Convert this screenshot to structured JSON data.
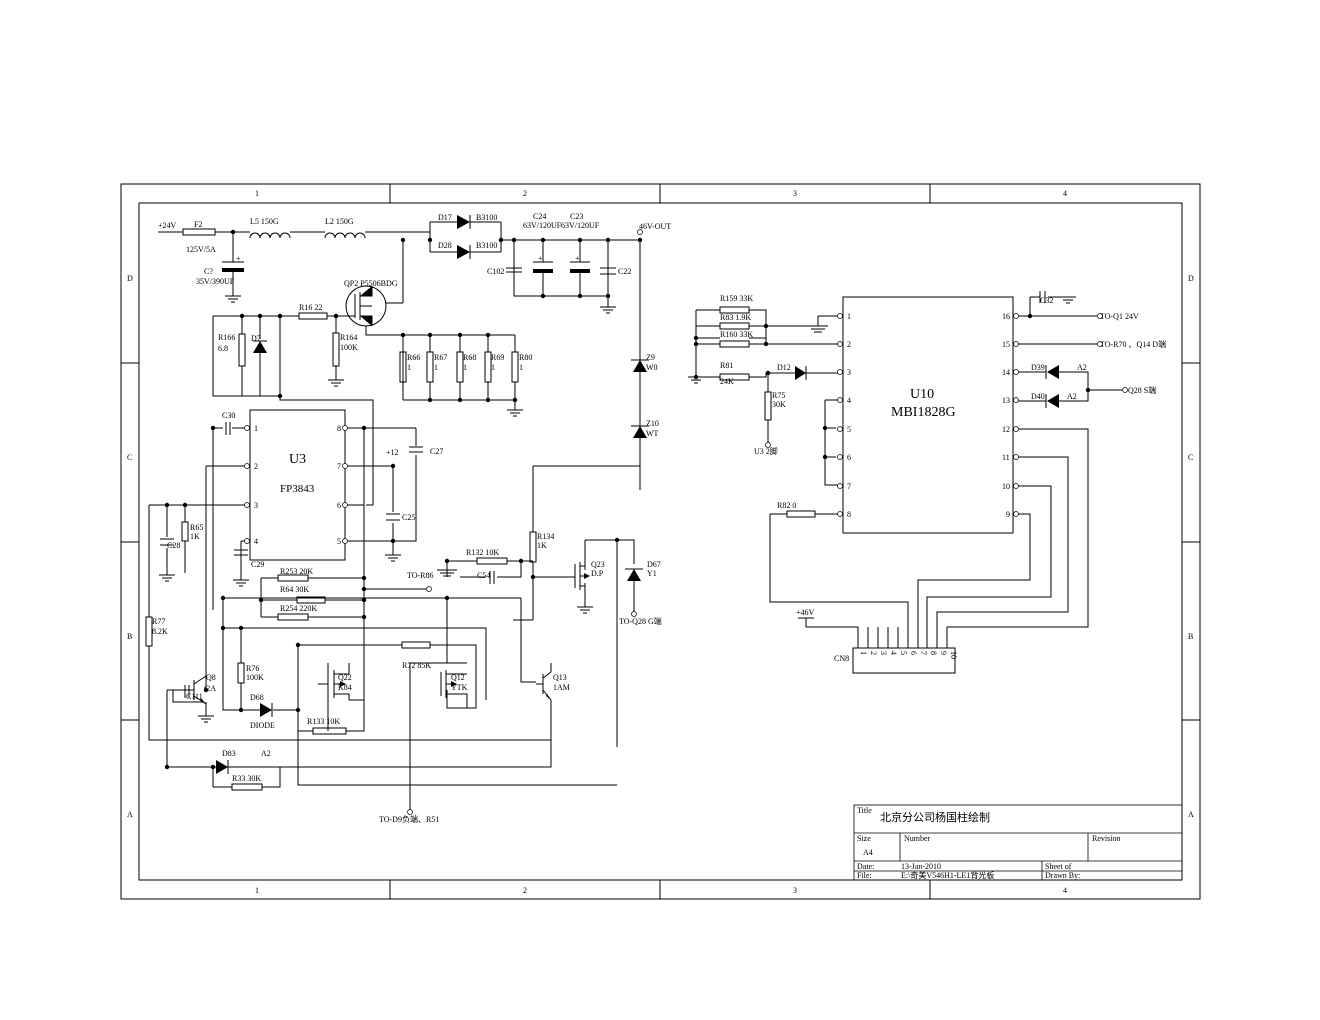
{
  "border": {
    "columns": [
      "1",
      "2",
      "3",
      "4"
    ],
    "rows": [
      "D",
      "C",
      "B",
      "A"
    ]
  },
  "title_block": {
    "title_label": "Title",
    "title": "北京分公司杨国柱绘制",
    "size_label": "Size",
    "size": "A4",
    "number_label": "Number",
    "revision_label": "Revision",
    "date_label": "Date:",
    "date": "13-Jan-2010",
    "sheet_label": "Sheet    of",
    "file_label": "File:",
    "file": "E:\\奇美V546H1-LE1背光板",
    "drawn_label": "Drawn By:"
  },
  "ics": {
    "u3": {
      "ref": "U3",
      "part": "FP3843",
      "pins_left": [
        "1",
        "2",
        "3",
        "4"
      ],
      "pins_right": [
        "8",
        "7",
        "6",
        "5"
      ]
    },
    "u10": {
      "ref": "U10",
      "part": "MBI1828G",
      "pins_left": [
        "1",
        "2",
        "3",
        "4",
        "5",
        "6",
        "7",
        "8"
      ],
      "pins_right": [
        "16",
        "15",
        "14",
        "13",
        "12",
        "11",
        "10",
        "9"
      ]
    }
  },
  "labels": [
    {
      "id": "v24",
      "text": "+24V"
    },
    {
      "id": "f2",
      "text": "F2"
    },
    {
      "id": "f2v",
      "text": "125V/5A"
    },
    {
      "id": "l5",
      "text": "L5    150G"
    },
    {
      "id": "l2",
      "text": "L2    150G"
    },
    {
      "id": "c7",
      "text": "C?"
    },
    {
      "id": "c7v",
      "text": "35V/390UF"
    },
    {
      "id": "d17",
      "text": "D17"
    },
    {
      "id": "d17v",
      "text": "B3100"
    },
    {
      "id": "d28",
      "text": "D28"
    },
    {
      "id": "d28v",
      "text": "B3100"
    },
    {
      "id": "c24",
      "text": "C24"
    },
    {
      "id": "c24v",
      "text": "63V/120UF"
    },
    {
      "id": "c23",
      "text": "C23"
    },
    {
      "id": "c23v",
      "text": "63V/120UF"
    },
    {
      "id": "v46o",
      "text": "46V-OUT"
    },
    {
      "id": "c102",
      "text": "C102"
    },
    {
      "id": "c22",
      "text": "C22"
    },
    {
      "id": "qp2",
      "text": "QP2  P5506BDG"
    },
    {
      "id": "r16",
      "text": "R16   22"
    },
    {
      "id": "r166",
      "text": "R166"
    },
    {
      "id": "r166v",
      "text": "6.8"
    },
    {
      "id": "d7",
      "text": "D7"
    },
    {
      "id": "r164",
      "text": "R164"
    },
    {
      "id": "r164v",
      "text": "100K"
    },
    {
      "id": "r66",
      "text": "R66"
    },
    {
      "id": "r66v",
      "text": "1"
    },
    {
      "id": "r67",
      "text": "R67"
    },
    {
      "id": "r67v",
      "text": "1"
    },
    {
      "id": "r68",
      "text": "R68"
    },
    {
      "id": "r68v",
      "text": "1"
    },
    {
      "id": "r69",
      "text": "R69"
    },
    {
      "id": "r69v",
      "text": "1"
    },
    {
      "id": "r80",
      "text": "R80"
    },
    {
      "id": "r80v",
      "text": "1"
    },
    {
      "id": "z9",
      "text": "Z9"
    },
    {
      "id": "z9v",
      "text": "W0"
    },
    {
      "id": "z10",
      "text": "Z10"
    },
    {
      "id": "z10v",
      "text": "WT"
    },
    {
      "id": "c30",
      "text": "C30"
    },
    {
      "id": "p12",
      "text": "+12"
    },
    {
      "id": "c27",
      "text": "C27"
    },
    {
      "id": "c25",
      "text": "C25"
    },
    {
      "id": "r65",
      "text": "R65"
    },
    {
      "id": "r65v",
      "text": "1K"
    },
    {
      "id": "c28",
      "text": "C28"
    },
    {
      "id": "c29",
      "text": "C29"
    },
    {
      "id": "r253",
      "text": "R253     20K"
    },
    {
      "id": "r64",
      "text": "R64   30K"
    },
    {
      "id": "r254",
      "text": "R254     220K"
    },
    {
      "id": "tor86",
      "text": "TO-R86"
    },
    {
      "id": "r132",
      "text": "R132     10K"
    },
    {
      "id": "c54",
      "text": "C54"
    },
    {
      "id": "r134",
      "text": "R134"
    },
    {
      "id": "r134v",
      "text": "1K"
    },
    {
      "id": "q23",
      "text": "Q23"
    },
    {
      "id": "q23v",
      "text": "D.P"
    },
    {
      "id": "d67",
      "text": "D67"
    },
    {
      "id": "d67v",
      "text": "Y1"
    },
    {
      "id": "toq28g",
      "text": "TO-Q28 G端"
    },
    {
      "id": "r77",
      "text": "R77"
    },
    {
      "id": "r77v",
      "text": "8.2K"
    },
    {
      "id": "q8",
      "text": "Q8"
    },
    {
      "id": "q8v",
      "text": "t2A"
    },
    {
      "id": "c111",
      "text": "C111"
    },
    {
      "id": "r76",
      "text": "R76"
    },
    {
      "id": "r76v",
      "text": "100K"
    },
    {
      "id": "d68",
      "text": "D68"
    },
    {
      "id": "d68v",
      "text": "DIODE"
    },
    {
      "id": "q22",
      "text": "Q22"
    },
    {
      "id": "q22v",
      "text": "K84"
    },
    {
      "id": "r72",
      "text": "R72   85K"
    },
    {
      "id": "q12",
      "text": "Q12"
    },
    {
      "id": "q12v",
      "text": "YTK"
    },
    {
      "id": "q13",
      "text": "Q13"
    },
    {
      "id": "q13v",
      "text": "1AM"
    },
    {
      "id": "r133",
      "text": "R133     10K"
    },
    {
      "id": "d83",
      "text": "D83"
    },
    {
      "id": "d83v",
      "text": "A2"
    },
    {
      "id": "r33",
      "text": "R33   30K"
    },
    {
      "id": "tod9",
      "text": "TO-D9负端、R51"
    },
    {
      "id": "r159",
      "text": "R159    33K"
    },
    {
      "id": "r83",
      "text": "R83   1.9K"
    },
    {
      "id": "r160",
      "text": "R160     33K"
    },
    {
      "id": "r81",
      "text": "R81"
    },
    {
      "id": "r81v",
      "text": "24K"
    },
    {
      "id": "d12",
      "text": "D12"
    },
    {
      "id": "r75",
      "text": "R75"
    },
    {
      "id": "r75v",
      "text": "30K"
    },
    {
      "id": "u32",
      "text": "U3    2脚"
    },
    {
      "id": "r82",
      "text": "R82        0"
    },
    {
      "id": "c32",
      "text": "C32"
    },
    {
      "id": "toq1",
      "text": "TO-Q1  24V"
    },
    {
      "id": "tor70",
      "text": "TO-R70 、Q14  D端"
    },
    {
      "id": "d39",
      "text": "D39"
    },
    {
      "id": "d39v",
      "text": "A2"
    },
    {
      "id": "d40",
      "text": "D40"
    },
    {
      "id": "d40v",
      "text": "A2"
    },
    {
      "id": "toq28s",
      "text": "Q28  S端"
    },
    {
      "id": "v46",
      "text": "+46V"
    },
    {
      "id": "cn8",
      "text": "CN8"
    }
  ],
  "connector_cn8": {
    "pins": [
      "1",
      "2",
      "3",
      "4",
      "5",
      "6",
      "7",
      "8",
      "9",
      "10"
    ]
  }
}
